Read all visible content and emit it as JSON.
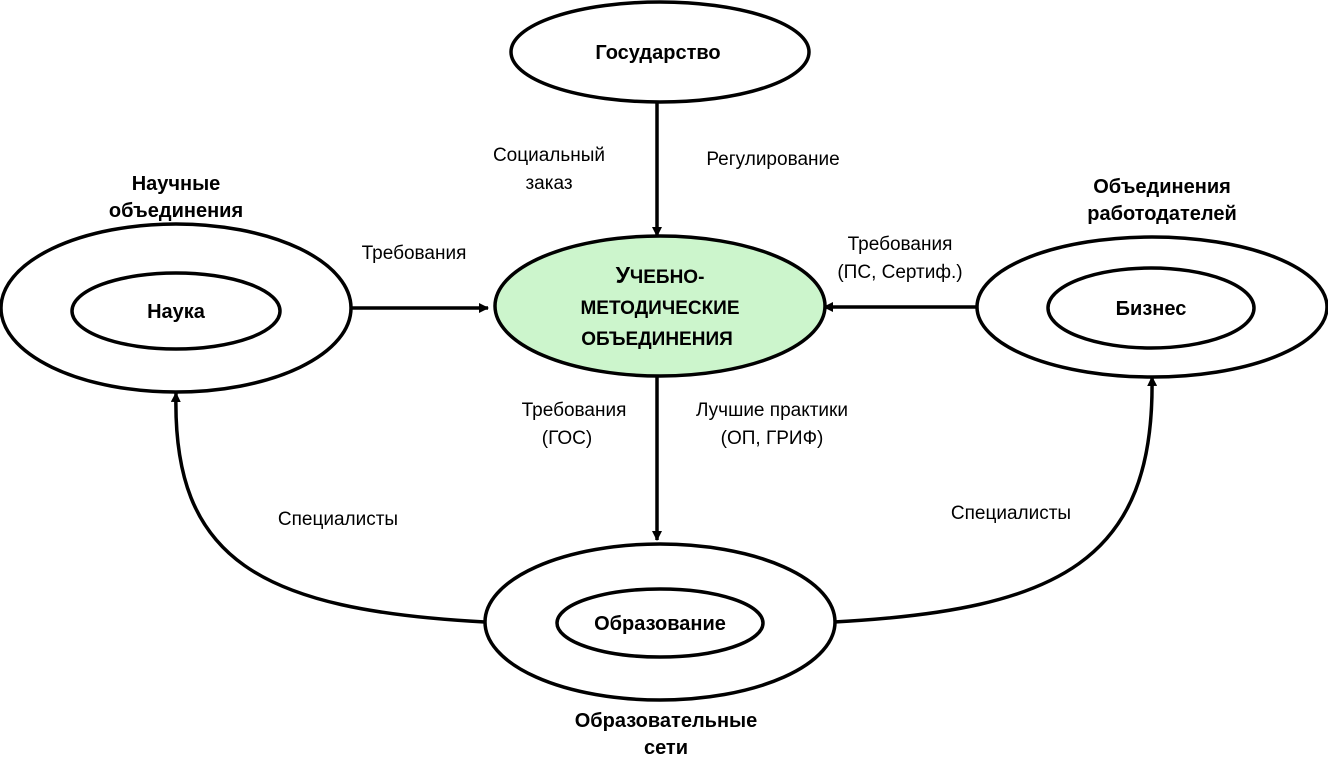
{
  "colors": {
    "stroke": "#000000",
    "center_fill": "#ccf5cc",
    "background": "#ffffff"
  },
  "nodes": {
    "state": "Государство",
    "science": "Наука",
    "business": "Бизнес",
    "education": "Образование",
    "center": {
      "line1_big": "У",
      "line1_rest": "ЧЕБНО-",
      "line2": "МЕТОДИЧЕСКИЕ",
      "line3": "ОБЪЕДИНЕНИЯ"
    }
  },
  "groups": {
    "science": [
      "Научные",
      "объединения"
    ],
    "business": [
      "Объединения",
      "работодателей"
    ],
    "education": [
      "Образовательные",
      "сети"
    ]
  },
  "edges": {
    "social_order": [
      "Социальный",
      "заказ"
    ],
    "regulation": "Регулирование",
    "science_requirements": "Требования",
    "business_requirements": [
      "Требования",
      "(ПС, Сертиф.)"
    ],
    "gos_requirements": [
      "Требования",
      "(ГОС)"
    ],
    "best_practices": [
      "Лучшие практики",
      "(ОП, ГРИФ)"
    ],
    "specialists_left": "Специалисты",
    "specialists_right": "Специалисты"
  }
}
